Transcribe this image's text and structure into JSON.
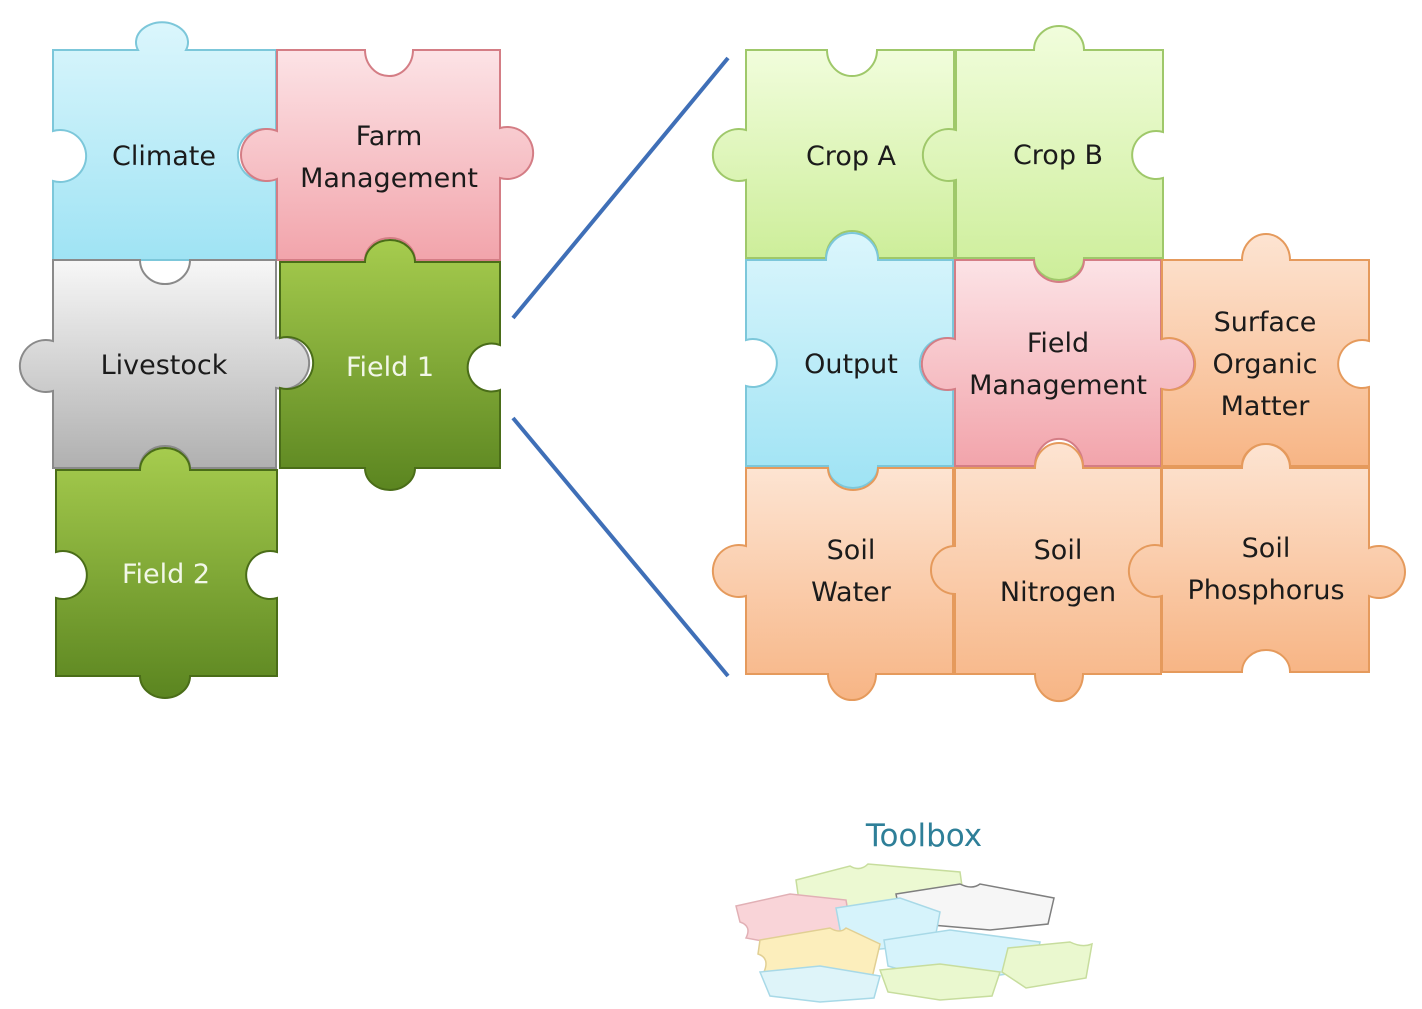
{
  "left_pieces": [
    {
      "id": "climate",
      "label_lines": [
        "Climate"
      ],
      "color": "sky",
      "text_style": "dark"
    },
    {
      "id": "farm-management",
      "label_lines": [
        "Farm",
        "Management"
      ],
      "color": "pink",
      "text_style": "dark"
    },
    {
      "id": "livestock",
      "label_lines": [
        "Livestock"
      ],
      "color": "grey",
      "text_style": "dark"
    },
    {
      "id": "field-1",
      "label_lines": [
        "Field 1"
      ],
      "color": "green",
      "text_style": "light"
    },
    {
      "id": "field-2",
      "label_lines": [
        "Field 2"
      ],
      "color": "green",
      "text_style": "light"
    }
  ],
  "right_pieces": [
    {
      "id": "crop-a",
      "label_lines": [
        "Crop A"
      ],
      "color": "lime"
    },
    {
      "id": "crop-b",
      "label_lines": [
        "Crop B"
      ],
      "color": "lime"
    },
    {
      "id": "output",
      "label_lines": [
        "Output"
      ],
      "color": "sky"
    },
    {
      "id": "field-management",
      "label_lines": [
        "Field",
        "Management"
      ],
      "color": "pink"
    },
    {
      "id": "surface-organic-matter",
      "label_lines": [
        "Surface",
        "Organic",
        "Matter"
      ],
      "color": "orange"
    },
    {
      "id": "soil-water",
      "label_lines": [
        "Soil",
        "Water"
      ],
      "color": "orange"
    },
    {
      "id": "soil-nitrogen",
      "label_lines": [
        "Soil",
        "Nitrogen"
      ],
      "color": "orange"
    },
    {
      "id": "soil-phosphorus",
      "label_lines": [
        "Soil",
        "Phosphorus"
      ],
      "color": "orange"
    }
  ],
  "toolbox": {
    "label": "Toolbox"
  },
  "colors": {
    "sky": [
      "#d8f5fb",
      "#a6e6f6",
      "#7cc7da"
    ],
    "pink": [
      "#fbdfe2",
      "#f4aab0",
      "#d47d85"
    ],
    "grey": [
      "#f5f5f5",
      "#b5b5b5",
      "#8a8a8a"
    ],
    "green": [
      "#a9cf52",
      "#5e8822",
      "#4a6d18"
    ],
    "lime": [
      "#eefcd6",
      "#cfee9e",
      "#9fc86a"
    ],
    "orange": [
      "#fde0cb",
      "#f8b88a",
      "#e59a5c"
    ],
    "zoom_line": "#3f6fb7",
    "toolbox_label": "#2e7f98"
  }
}
